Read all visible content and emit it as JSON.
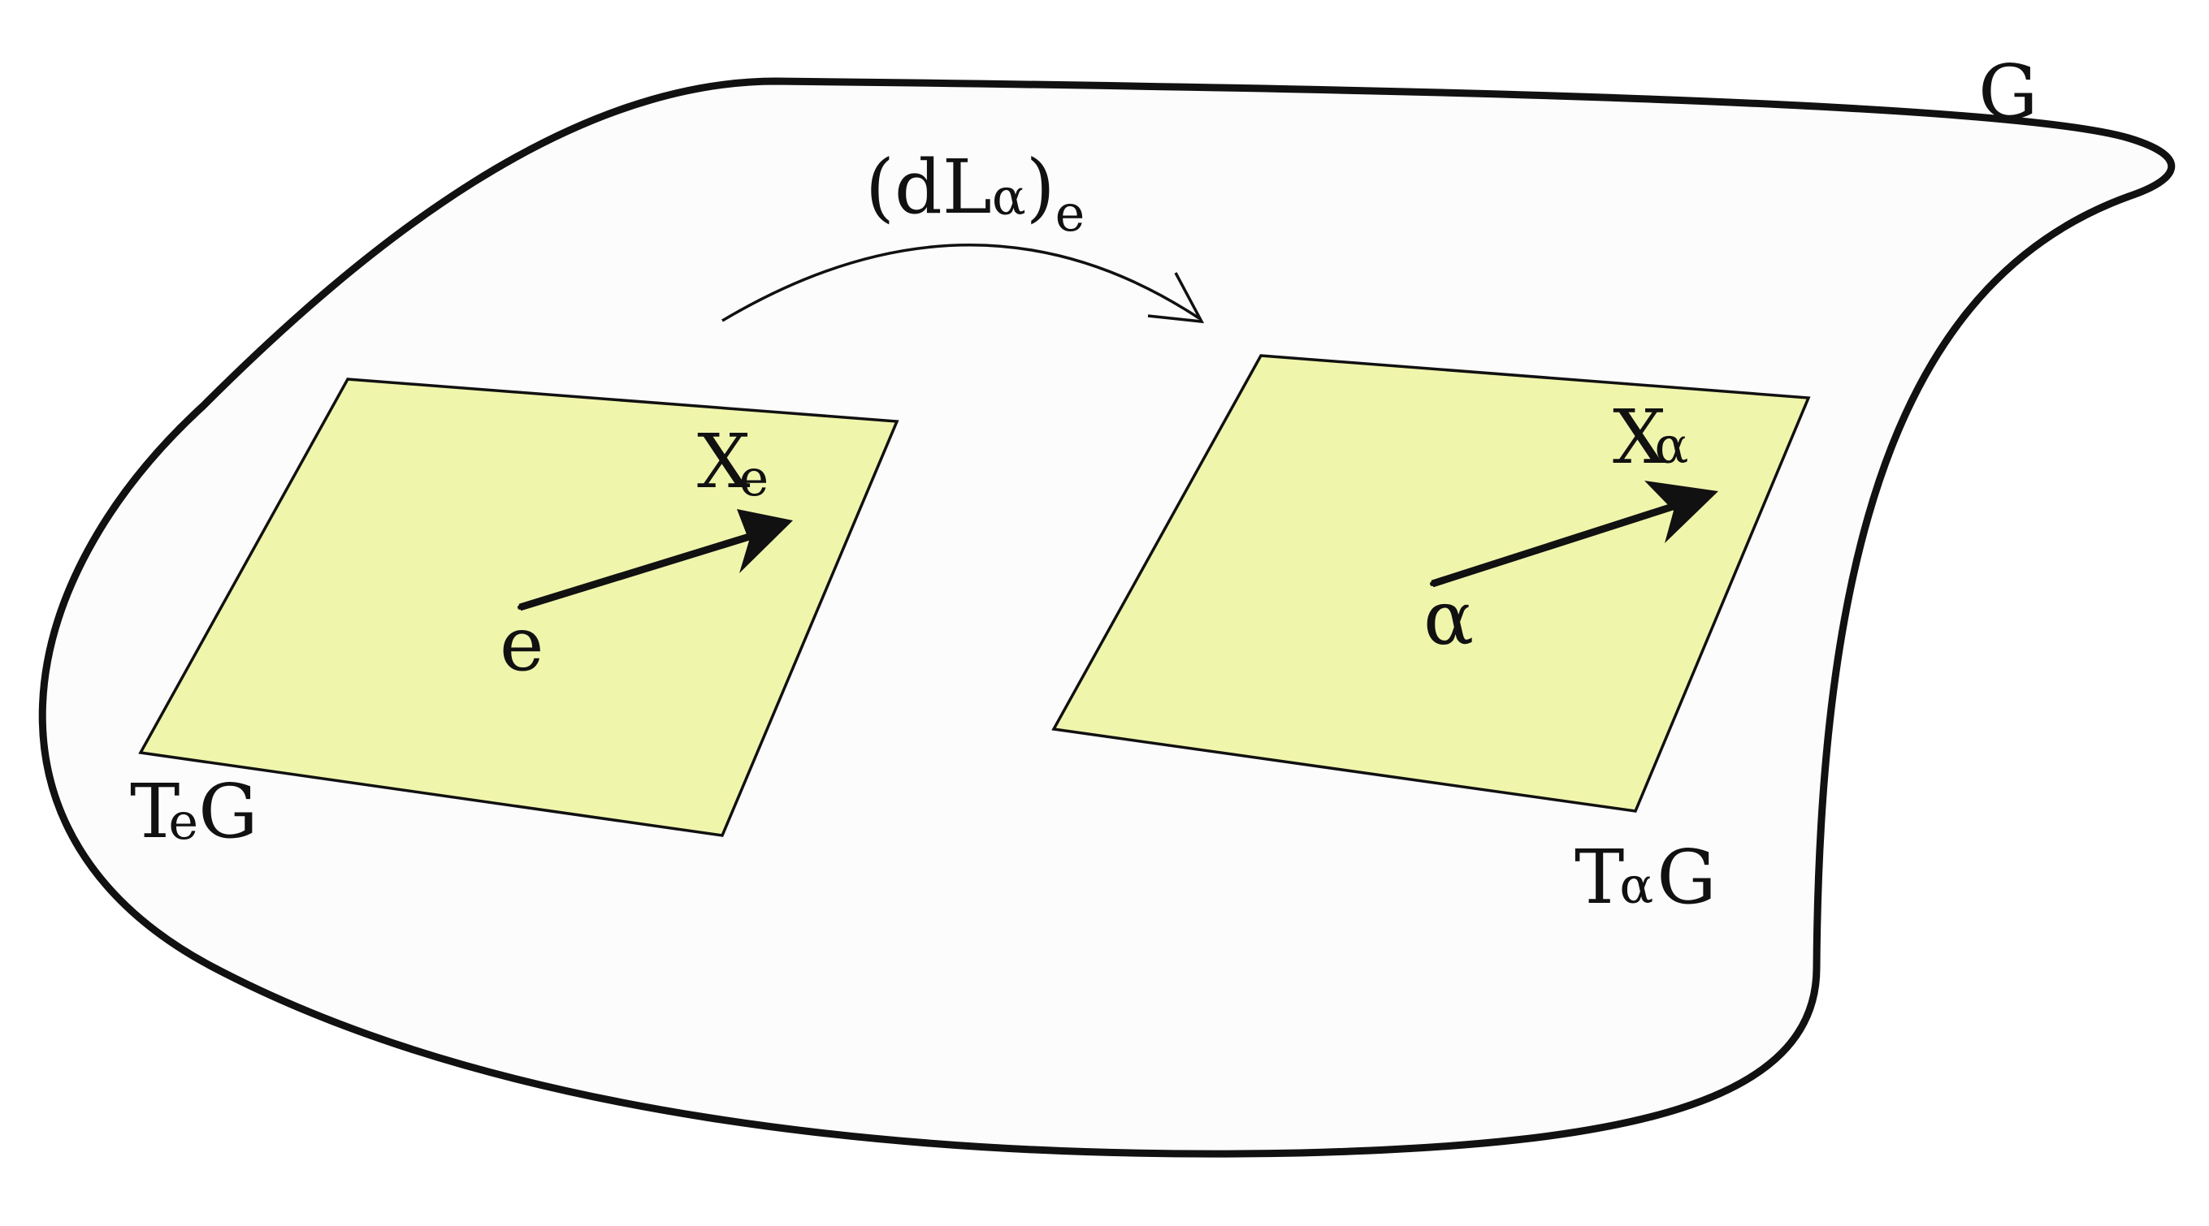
{
  "colors": {
    "stroke": "#111111",
    "plane_fill": "#f0f5ac",
    "manifold_fill": "#fdfcfd",
    "background": "#ffffff"
  },
  "manifold": {
    "label": "G"
  },
  "map": {
    "label_prefix": "(dL",
    "label_sub1": "α",
    "label_close": ")",
    "label_sub2": "e"
  },
  "tangent_space_identity": {
    "label_main": "T",
    "label_sub": "e",
    "label_tail": "G",
    "point_label": "e",
    "vector_main": "X",
    "vector_sub": "e"
  },
  "tangent_space_a": {
    "label_main": "T",
    "label_sub": "α",
    "label_tail": "G",
    "point_label": "α",
    "vector_main": "X",
    "vector_sub": "α"
  }
}
